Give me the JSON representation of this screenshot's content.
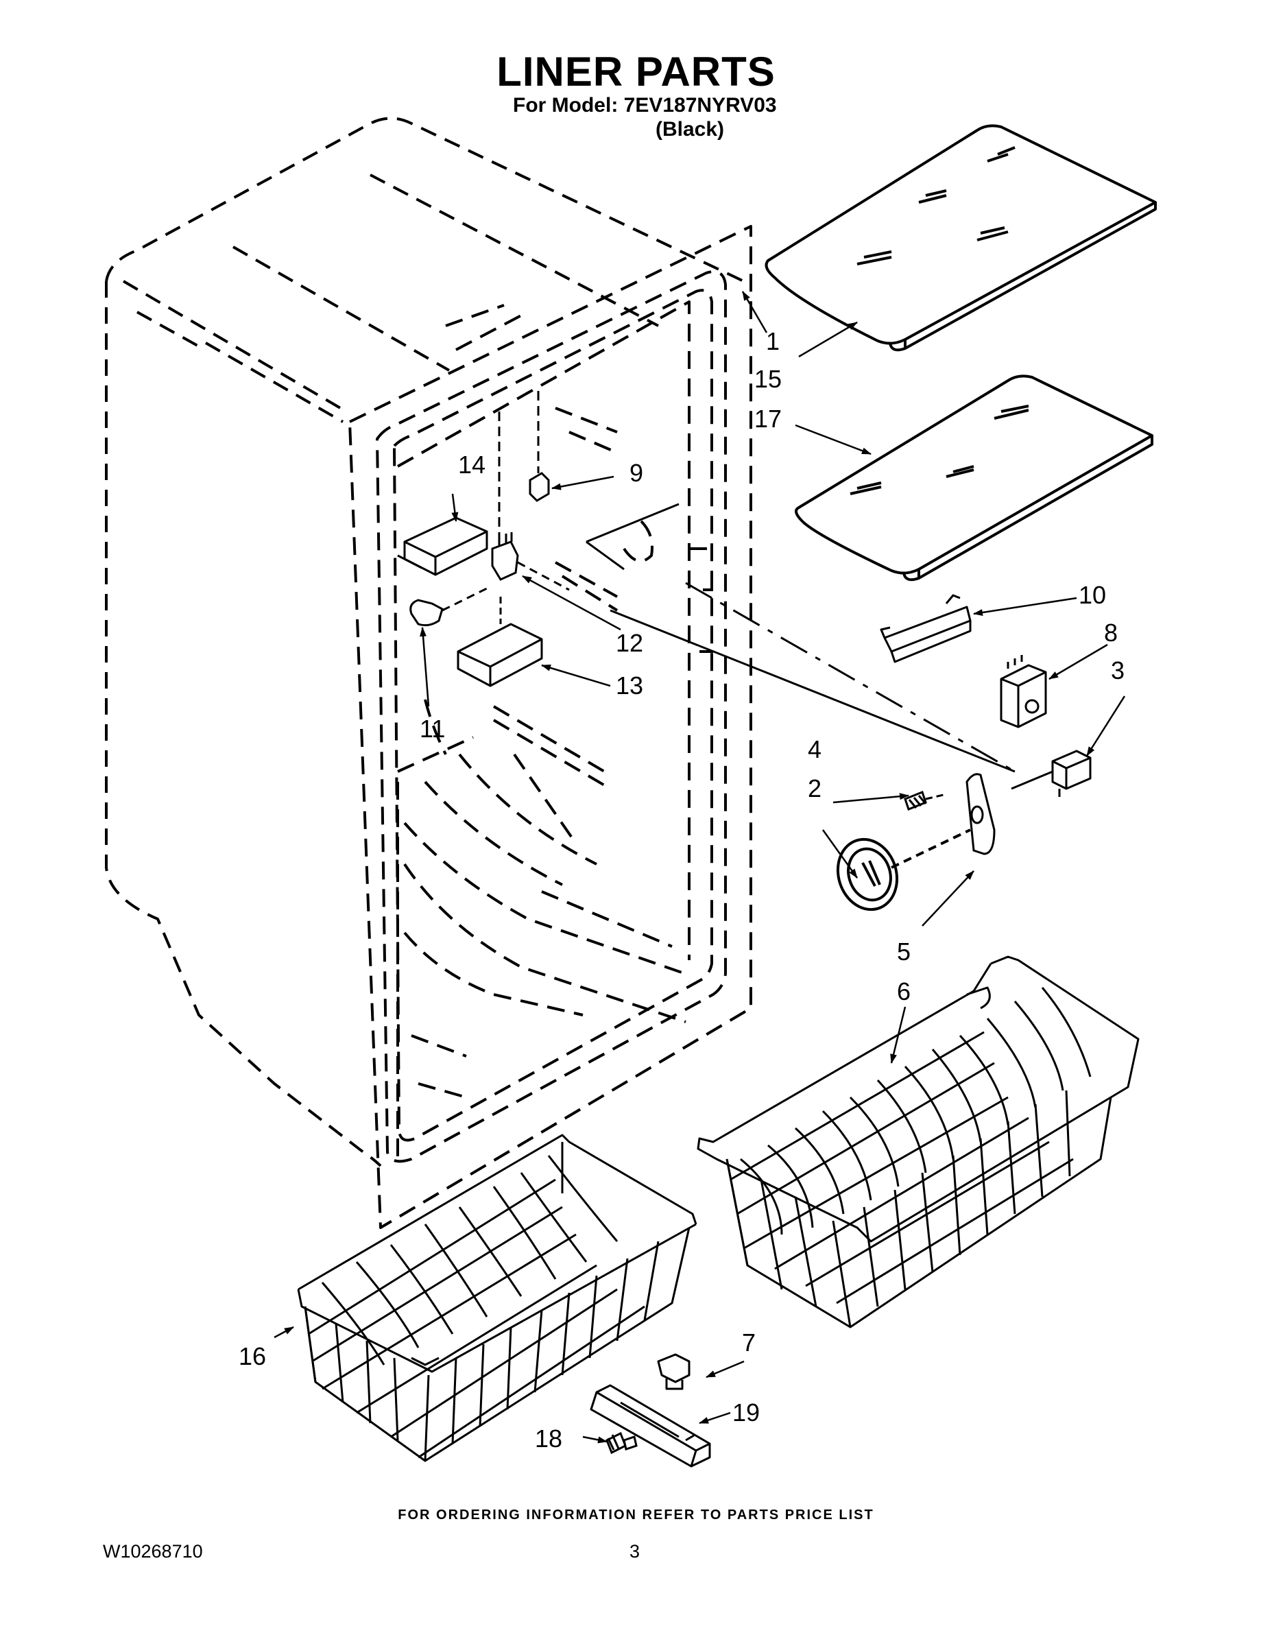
{
  "title": "LINER PARTS",
  "model_line": "For Model: 7EV187NYRV03",
  "color_line": "(Black)",
  "footer": "FOR ORDERING INFORMATION REFER TO PARTS PRICE LIST",
  "document_number": "W10268710",
  "page_number": "3",
  "callouts": {
    "c1": "1",
    "c2": "2",
    "c3": "3",
    "c4": "4",
    "c5": "5",
    "c6": "6",
    "c7": "7",
    "c8": "8",
    "c9": "9",
    "c10": "10",
    "c11": "11",
    "c12": "12",
    "c13": "13",
    "c14": "14",
    "c15": "15",
    "c16": "16",
    "c17": "17",
    "c18": "18",
    "c19": "19"
  }
}
